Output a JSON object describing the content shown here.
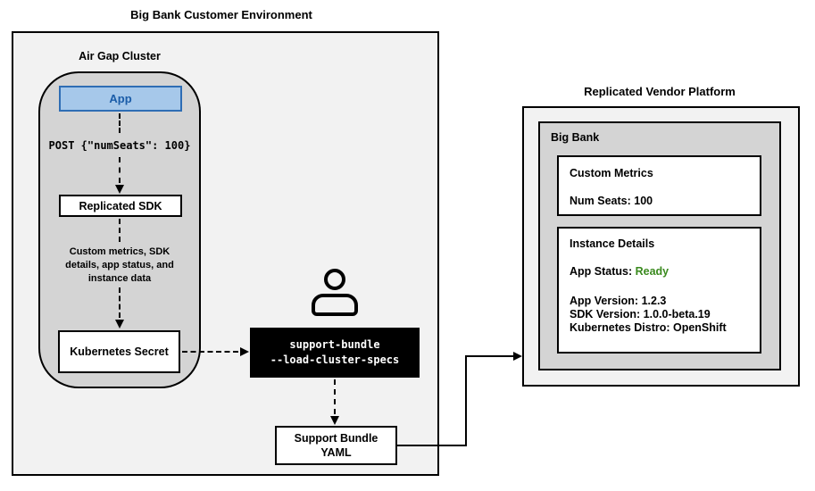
{
  "diagram": {
    "customer_environment": {
      "title": "Big Bank Customer Environment",
      "air_gap_cluster": {
        "title": "Air Gap Cluster",
        "app_label": "App",
        "post_request": "POST {\"numSeats\": 100}",
        "sdk_label": "Replicated SDK",
        "flow_note_lines": [
          "Custom metrics, SDK",
          "details, app status, and",
          "instance data"
        ],
        "secret_label": "Kubernetes Secret"
      },
      "cli_command_lines": [
        "support-bundle",
        "--load-cluster-specs"
      ],
      "support_bundle_lines": [
        "Support Bundle",
        "YAML"
      ]
    },
    "vendor_platform": {
      "title": "Replicated Vendor Platform",
      "account_name": "Big Bank",
      "custom_metrics": {
        "title": "Custom Metrics",
        "num_seats": "Num Seats: 100"
      },
      "instance_details": {
        "title": "Instance Details",
        "app_status_label": "App Status: ",
        "app_status_value": "Ready",
        "detail_lines": [
          "App Version: 1.2.3",
          "SDK Version: 1.0.0-beta.19",
          "Kubernetes Distro: OpenShift"
        ]
      }
    },
    "icons": {
      "person": "person-icon"
    },
    "colors": {
      "app_box_fill": "#A6C8EA",
      "app_box_border": "#2E6DB4",
      "app_box_text": "#1A5CA8",
      "status_ready_green": "#3A8A1E",
      "panel_fill": "#F2F2F2",
      "cluster_fill": "#D4D4D4",
      "command_box_bg": "#000000",
      "command_box_text": "#FFFFFF"
    }
  }
}
